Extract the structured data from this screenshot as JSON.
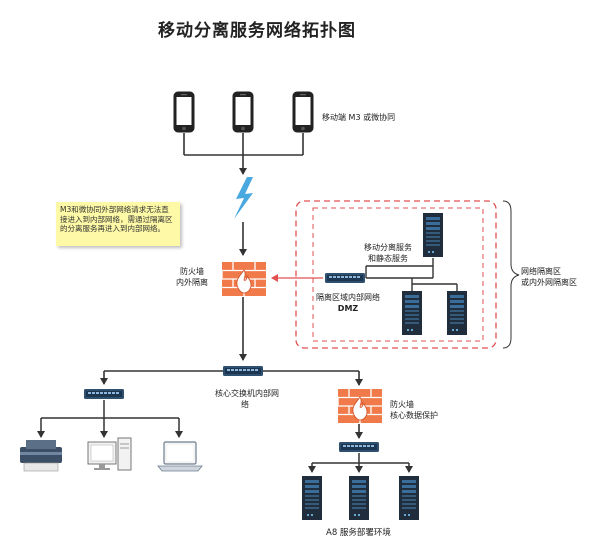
{
  "title": "移动分离服务网络拓扑图",
  "labels": {
    "mobile": "移动端 M3 或微协同",
    "firewall_outer_1": "防火墙",
    "firewall_outer_2": "内外隔离",
    "note": "M3和微协同外部网络请求无法直接进入到内部网络，需通过隔离区的分离服务再进入到内部网络。",
    "mobile_service_1": "移动分离服务",
    "mobile_service_2": "和静态服务",
    "dmz_switch_1": "隔离区域内部网络",
    "dmz_switch_2": "DMZ",
    "isolation_zone_1": "网络隔离区",
    "isolation_zone_2": "或内外网隔离区",
    "core_switch_1": "核心交换机内部网",
    "core_switch_2": "络",
    "firewall_core_1": "防火墙",
    "firewall_core_2": "核心数据保护",
    "a8_env": "A8 服务部署环境"
  },
  "colors": {
    "accent_red": "#e05050",
    "firewall": "#f07a4a",
    "lightning": "#4aa8e0",
    "server": "#1f2d3d",
    "switch": "#2f4f6f",
    "note_bg": "#fdf9a6"
  }
}
